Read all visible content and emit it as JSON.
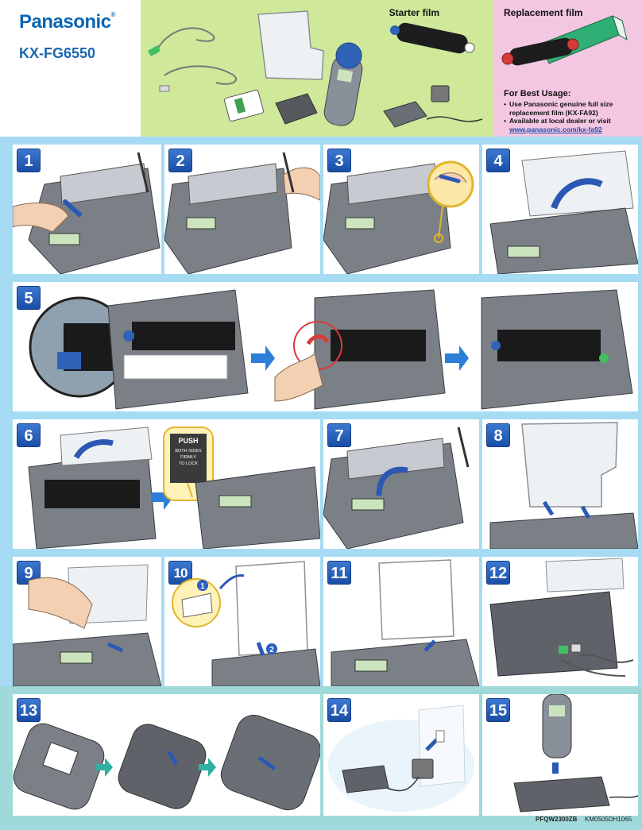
{
  "header": {
    "brand": "Panasonic",
    "brand_mark": "®",
    "model": "KX-FG6550"
  },
  "starter": {
    "title": "Starter film"
  },
  "replacement": {
    "title": "Replacement film",
    "best_usage_title": "For Best Usage:",
    "items": [
      "Use Panasonic genuine full size replacement film (KX-FA92)",
      "Available at local dealer or visit"
    ],
    "link": "www.panasonic.com/kx-fa92"
  },
  "steps": [
    "1",
    "2",
    "3",
    "4",
    "5",
    "6",
    "7",
    "8",
    "9",
    "10",
    "11",
    "12",
    "13",
    "14",
    "15"
  ],
  "step6_label": {
    "title": "PUSH",
    "line1": "BOTH SIDES",
    "line2": "FIRMLY",
    "line3": "TO LOCK"
  },
  "step10_callouts": [
    "1",
    "2"
  ],
  "footer": {
    "code1": "PFQW2300ZB",
    "code2": "KM0505DH1065"
  },
  "colors": {
    "band_blue": "#a6dbf3",
    "band_teal": "#9fd9d9",
    "starter_bg": "#cfe89a",
    "replacement_bg": "#f3c6e2",
    "badge": "#2a5fbd",
    "arrow": "#2c58b5"
  }
}
